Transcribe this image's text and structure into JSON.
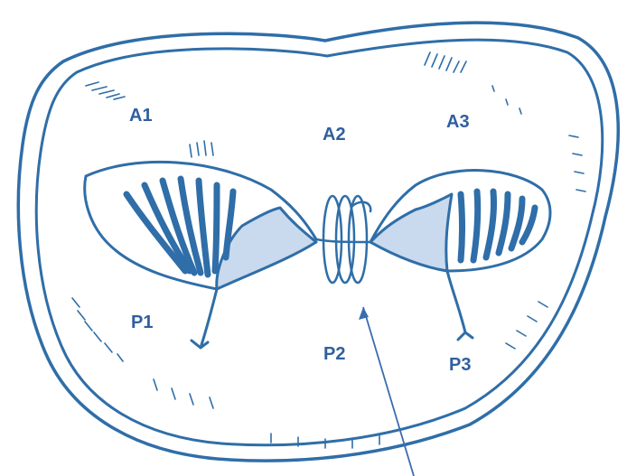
{
  "diagram": {
    "labels": {
      "a1": "A1",
      "a2": "A2",
      "a3": "A3",
      "p1": "P1",
      "p2": "P2",
      "p3": "P3"
    },
    "colors": {
      "line": "#2f6ea8",
      "label": "#2f5f9e",
      "commissure_fill": "#c9d9ee",
      "background": "#ffffff"
    }
  }
}
